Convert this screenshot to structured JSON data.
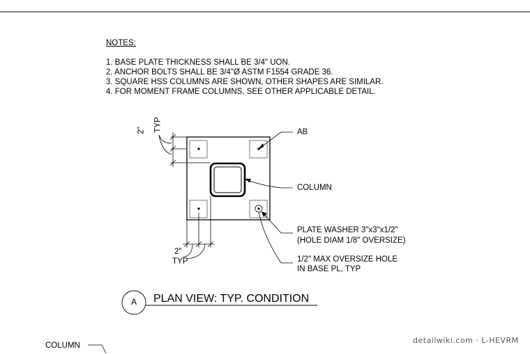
{
  "notes": {
    "heading": "NOTES:",
    "items": [
      "1.  BASE PLATE THICKNESS SHALL BE 3/4\" UON.",
      "2.  ANCHOR BOLTS SHALL BE 3/4\"Ø ASTM F1554 GRADE 36.",
      "3.  SQUARE HSS COLUMNS ARE SHOWN, OTHER SHAPES ARE SIMILAR.",
      "4.  FOR MOMENT FRAME COLUMNS, SEE OTHER APPLICABLE DETAIL."
    ]
  },
  "dims": {
    "top_value": "2\"",
    "top_typ": "TYP",
    "bottom_value": "2\"",
    "bottom_typ": "TYP"
  },
  "callouts": {
    "ab": "AB",
    "column": "COLUMN",
    "washer_line1": "PLATE WASHER 3\"x3\"x1/2\"",
    "washer_line2": "(HOLE DIAM 1/8\" OVERSIZE)",
    "hole_line1": "1/2\" MAX OVERSIZE HOLE",
    "hole_line2": "IN BASE PL, TYP"
  },
  "title": {
    "marker": "A",
    "text": "PLAN VIEW: TYP. CONDITION"
  },
  "bottom_label": "COLUMN",
  "footer": "detailwiki.com · L-HEVRM"
}
